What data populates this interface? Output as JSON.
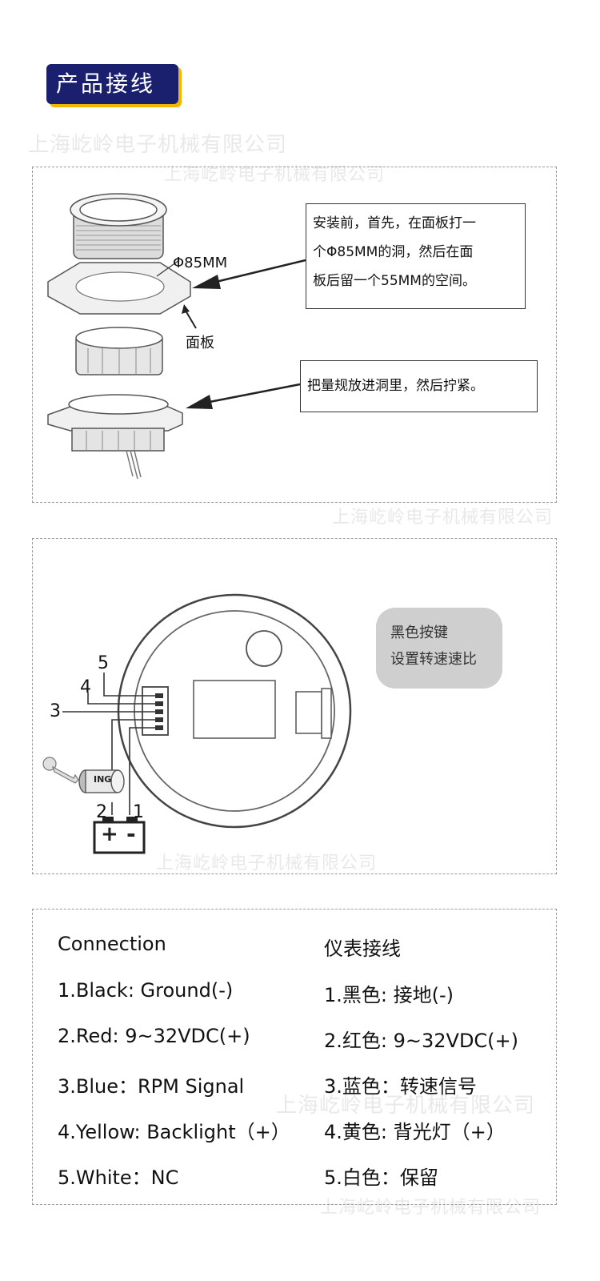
{
  "header": {
    "title": "产品接线"
  },
  "watermark": "上海屹岭电子机械有限公司",
  "install": {
    "dim_label": "Φ85MM",
    "panel_label": "面板",
    "callout_1": [
      "安装前，首先，在面板打一",
      "个Φ85MM的洞，然后在面",
      "板后留一个55MM的空间。"
    ],
    "callout_2": "把量规放进洞里，然后拧紧。"
  },
  "wiring": {
    "wire_numbers": [
      "5",
      "4",
      "3",
      "2",
      "1"
    ],
    "ing_label": "ING",
    "battery_plus": "+",
    "battery_minus": "-",
    "button_note": [
      "黑色按键",
      "设置转速速比"
    ]
  },
  "connection": {
    "rows": [
      {
        "en": "Connection",
        "cn": "仪表接线"
      },
      {
        "en": "1.Black: Ground(-)",
        "cn": "1.黑色: 接地(-)"
      },
      {
        "en": "2.Red: 9~32VDC(+)",
        "cn": "2.红色: 9~32VDC(+)"
      },
      {
        "en": "3.Blue：RPM Signal",
        "cn": "3.蓝色：转速信号"
      },
      {
        "en": "4.Yellow: Backlight（+）",
        "cn": "4.黄色: 背光灯（+）"
      },
      {
        "en": "5.White：NC",
        "cn": "5.白色：保留"
      }
    ]
  },
  "colors": {
    "badge_bg": "#1a1f6e",
    "badge_shadow": "#f2b600",
    "pill_bg": "#cfcfcf"
  }
}
